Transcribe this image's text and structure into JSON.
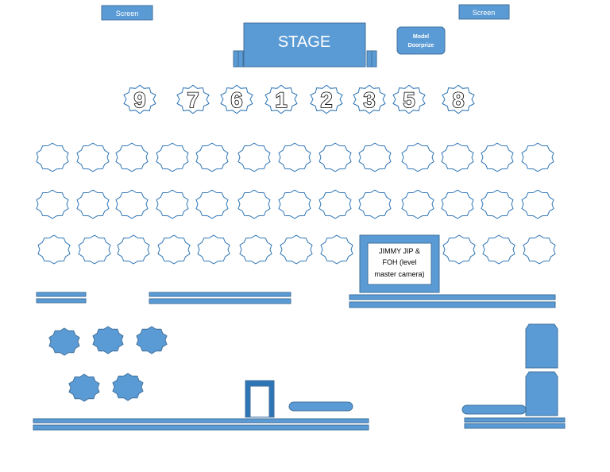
{
  "colors": {
    "fill": "#5b9bd5",
    "stroke": "#41719c",
    "outline": "#2e75b6",
    "background": "#ffffff"
  },
  "screens": {
    "left_label": "Screen",
    "right_label": "Screen"
  },
  "stage": {
    "label": "STAGE"
  },
  "doorprize": {
    "line1": "Model",
    "line2": "Doorprize"
  },
  "front_tables": [
    "9",
    "7",
    "6",
    "1",
    "2",
    "3",
    "5",
    "8"
  ],
  "seating": {
    "rows": 3,
    "per_row": 13,
    "row3_gap_for_booth": true
  },
  "camera_booth": {
    "line1": "JIMMY JIP &",
    "line2": "FOH (level",
    "line3": "master camera)"
  },
  "icons": {
    "round_table": "star-burst-outline-icon",
    "filled_table": "star-burst-filled-icon",
    "door": "door-frame-icon",
    "speaker": "speaker-stack-icon"
  }
}
